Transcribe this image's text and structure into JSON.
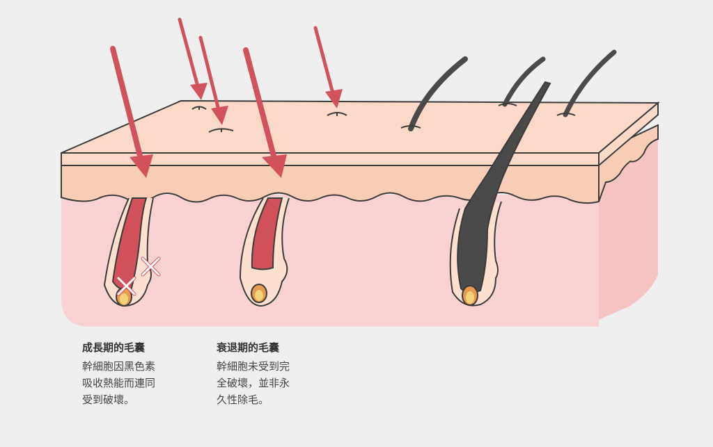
{
  "colors": {
    "background": "#efefef",
    "epidermis": "#fbd9c8",
    "epidermis_band": "#f8cdb8",
    "dermis": "#f8d2d2",
    "dermis_side": "#f6c3c3",
    "outline": "#3b3b3b",
    "laser_arrow": "#d1525d",
    "follicle_fill": "#fde0d0",
    "damaged_shaft": "#d1525d",
    "healthy_hair": "#4a4a4a",
    "papilla": "#f3d37a",
    "papilla_ring": "#e79a52",
    "cross_mark": "#ffffff"
  },
  "captions": {
    "anagen": {
      "title": "成長期的毛囊",
      "lines": [
        "幹細胞因黑色素",
        "吸收熱能而連同",
        "受到破壞。"
      ]
    },
    "catagen": {
      "title": "衰退期的毛囊",
      "lines": [
        "幹細胞未受到完",
        "全破壞，並非永",
        "久性除毛。"
      ]
    }
  },
  "icons": {
    "laser_arrow": "down-right-arrow",
    "damage_mark": "cross-icon"
  }
}
